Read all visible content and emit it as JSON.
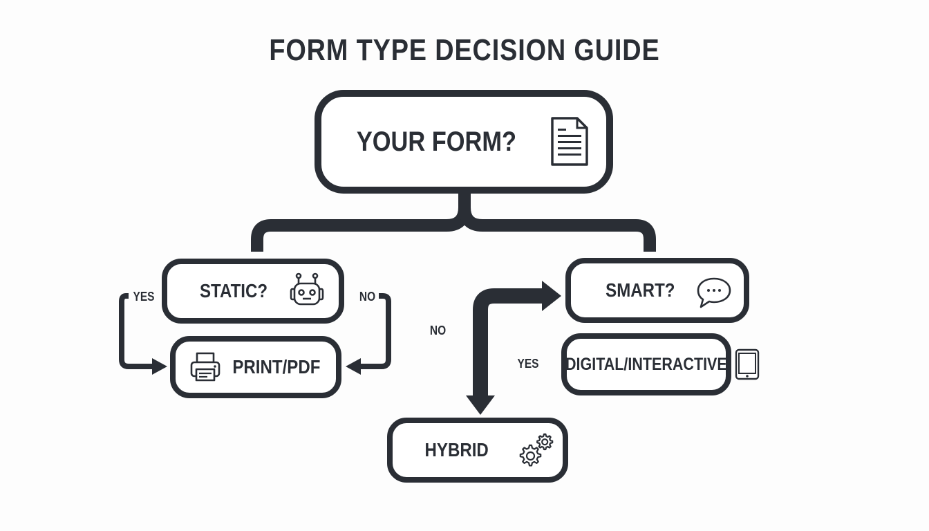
{
  "title": "FORM TYPE DECISION GUIDE",
  "colors": {
    "stroke": "#2a2e35",
    "background": "#fdfdfd",
    "node_fill": "#ffffff"
  },
  "nodes": {
    "root": {
      "label": "YOUR FORM?",
      "icon": "document-icon"
    },
    "static": {
      "label": "STATIC?",
      "icon": "robot-icon"
    },
    "print": {
      "label": "PRINT/PDF",
      "icon": "printer-icon"
    },
    "smart": {
      "label": "SMART?",
      "icon": "speech-bubble-icon"
    },
    "digital": {
      "label": "DIGITAL/INTERACTIVE",
      "icon": "tablet-icon"
    },
    "hybrid": {
      "label": "HYBRID",
      "icon": "gears-icon"
    }
  },
  "edges": {
    "static_yes": "YES",
    "static_no": "NO",
    "smart_no": "NO",
    "smart_yes": "YES"
  }
}
